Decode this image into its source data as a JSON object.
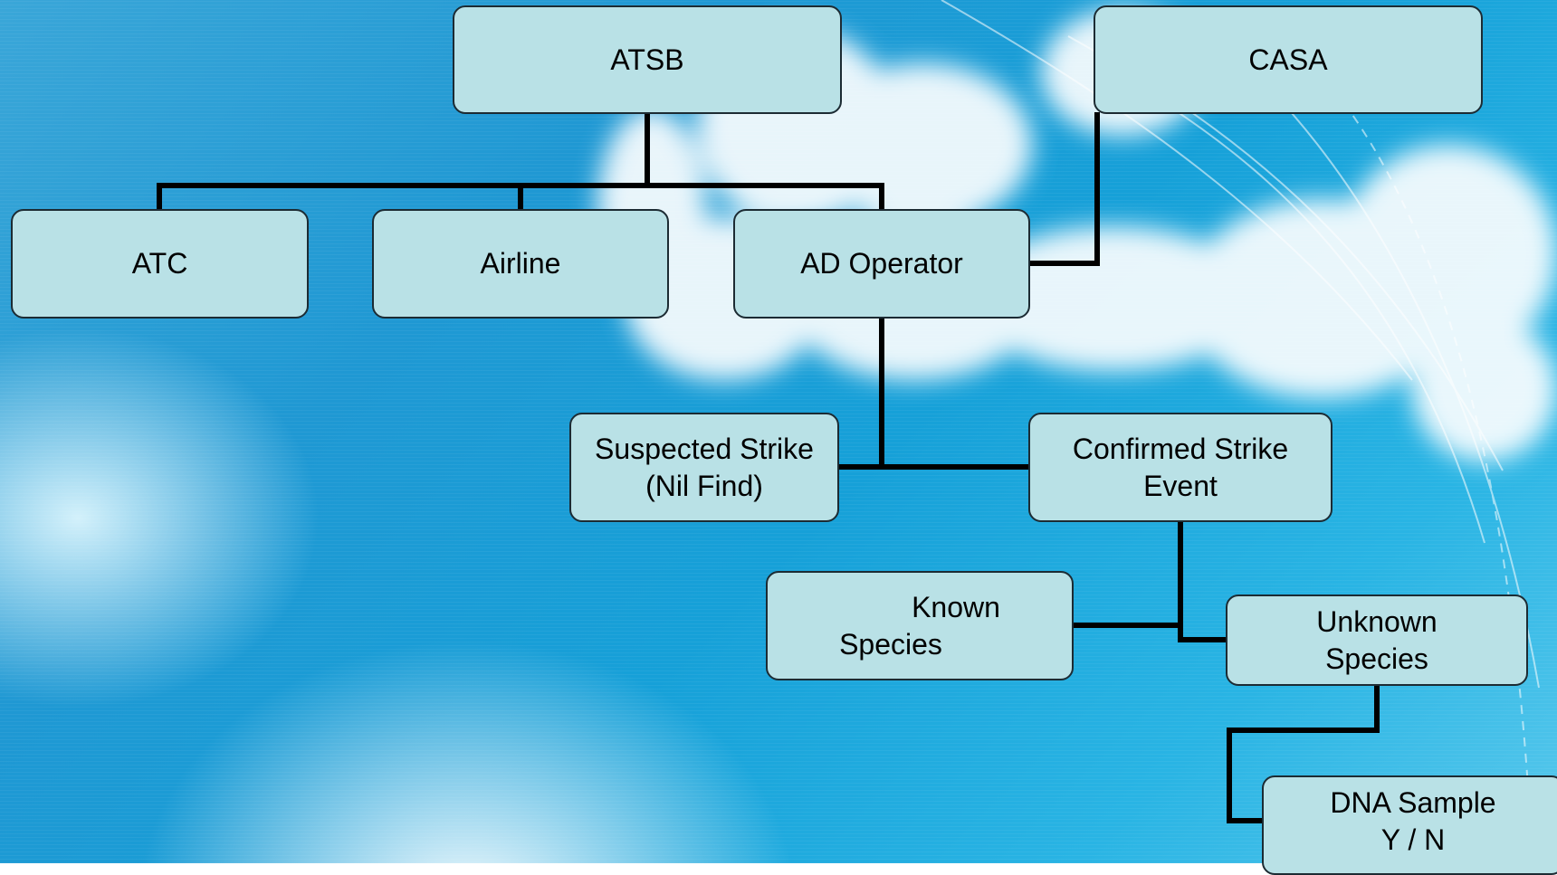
{
  "diagram": {
    "type": "hierarchy",
    "nodes": [
      {
        "id": "atsb",
        "label": "ATSB"
      },
      {
        "id": "casa",
        "label": "CASA"
      },
      {
        "id": "atc",
        "label": "ATC"
      },
      {
        "id": "airline",
        "label": "Airline"
      },
      {
        "id": "ad_operator",
        "label": "AD Operator"
      },
      {
        "id": "suspected_strike",
        "label": "Suspected Strike\n(Nil Find)"
      },
      {
        "id": "confirmed_strike",
        "label": "Confirmed Strike\nEvent"
      },
      {
        "id": "known_species",
        "label": "         Known\nSpecies"
      },
      {
        "id": "unknown_species",
        "label": "Unknown\nSpecies"
      },
      {
        "id": "dna_sample",
        "label": "DNA Sample\nY / N"
      }
    ],
    "edges": [
      {
        "from": "atsb",
        "to": "atc"
      },
      {
        "from": "atsb",
        "to": "airline"
      },
      {
        "from": "atsb",
        "to": "ad_operator"
      },
      {
        "from": "casa",
        "to": "ad_operator"
      },
      {
        "from": "ad_operator",
        "to": "suspected_strike"
      },
      {
        "from": "ad_operator",
        "to": "confirmed_strike"
      },
      {
        "from": "confirmed_strike",
        "to": "known_species"
      },
      {
        "from": "confirmed_strike",
        "to": "unknown_species"
      },
      {
        "from": "unknown_species",
        "to": "dna_sample"
      }
    ]
  },
  "colors": {
    "node_fill": "#b9e1e6",
    "node_border": "#1c2b33",
    "connector": "#000000",
    "sky": "#1f98d3"
  }
}
